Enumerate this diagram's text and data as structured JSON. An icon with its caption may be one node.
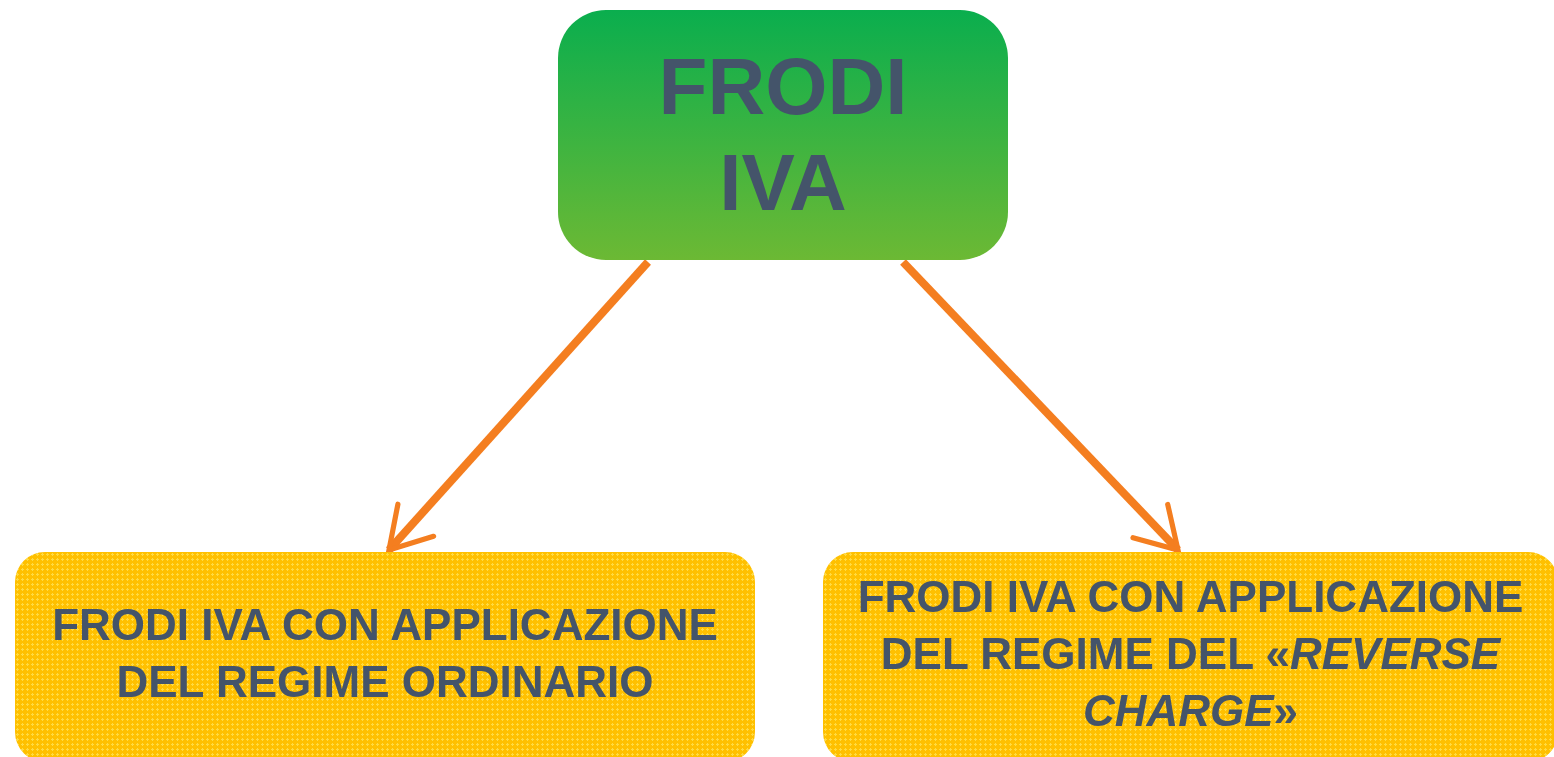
{
  "diagram": {
    "nodes": [
      {
        "text": [
          "FRODI IVA"
        ]
      },
      {
        "text": [
          "FRODI IVA CON APPLICAZIONE DEL REGIME ORDINARIO"
        ]
      },
      {
        "text": [
          "FRODI IVA CON APPLICAZIONE DEL REGIME DEL «*REVERSE CHARGE*»"
        ]
      }
    ],
    "edges": [
      {
        "from": 0,
        "to": 1,
        "arrow": "to"
      },
      {
        "from": 0,
        "to": 2,
        "arrow": "to"
      }
    ]
  }
}
